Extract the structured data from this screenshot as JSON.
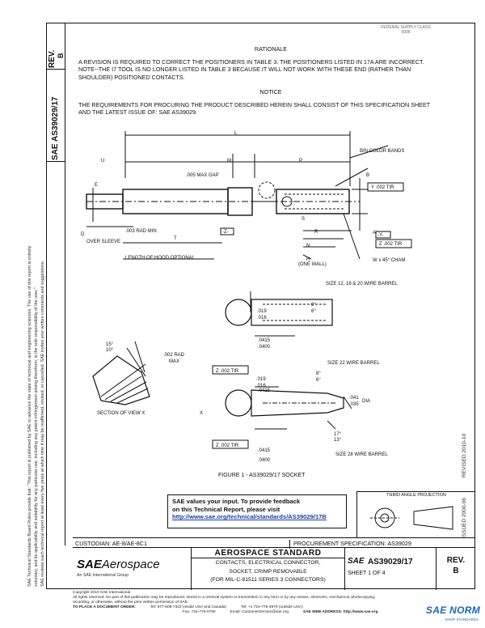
{
  "margin": {
    "line1": "SAE Technical Standards Board Rules provide that: \"This report is published by SAE to advance the state of technical and engineering sciences. The use of this report is entirely",
    "line2": "voluntary, and its applicability and suitability for any particular use, including any patent infringement arising therefrom, is the sole responsibility of the user.\"",
    "line3": "SAE reviews each technical report at least every five years at which time it may be reaffirmed, revised, or cancelled. SAE invites your written comments and suggestions."
  },
  "side_column": {
    "rev_label": "REV.",
    "rev_value": "B",
    "doc_id": "AS39029/17",
    "doc_id_prefix": "SAE",
    "issued_text": "ISSUED 2000-06",
    "revised_text": "REVISED 2010-10"
  },
  "stamp": {
    "line1": "FEDERAL SUPPLY CLASS",
    "line2": "5999"
  },
  "rationale": {
    "heading": "RATIONALE",
    "text": "A REVISION IS REQUIRED TO CORRECT THE POSITIONERS IN TABLE 3. THE POSITIONERS LISTED IN 17A ARE INCORRECT. NOTE--THE I7 TOOL IS NO LONGER LISTED IN TABLE 3 BECAUSE IT WILL NOT WORK WITH THESE END (RATHER THAN SHOULDER) POSITIONED CONTACTS."
  },
  "notice": {
    "heading": "NOTICE",
    "text": "THE REQUIREMENTS FOR PROCURING THE PRODUCT DESCRIBED HEREIN SHALL CONSIST OF THIS SPECIFICATION SHEET AND THE LATEST ISSUE OF: SAE AS39029."
  },
  "drawing": {
    "labels": {
      "L": "L",
      "U": "U",
      "M": "M",
      "P": "P",
      "E": "E",
      "B": "B",
      "R": "R",
      "N": "N",
      "A": "A",
      "S": "S",
      "T": "T",
      "D": "D",
      "bin_color_bands": "BIN COLOR BANDS",
      "max_gap": ".005 MAX GAP",
      "rad_min": ".003 RAD MIN",
      "over_sleeve": "OVER SLEEVE",
      "length_hood": "LENGTH OF HOOD OPTIONAL",
      "one_wall": "(ONE WALL)",
      "h": "H",
      "w_cham": "W x 45° CHAM",
      "y_tir": "Y .002 TIR",
      "z_tir": "Z .002 TIR",
      "datum_y": "-Y-",
      "datum_z": "-Z-",
      "size_12": "SIZE 12, 16 & 20 WIRE BARREL",
      "d019": ".019",
      "d016": ".016",
      "deg8": "8°",
      "deg6": "6°",
      "d0415": ".0415",
      "d0400": ".0400",
      "size_22": "SIZE 22 WIRE BARREL",
      "deg15": "15°",
      "deg10": "10°",
      "rad_max": ".002 RAD",
      "max": "MAX",
      "section_x": "SECTION OF VIEW X",
      "x": "X",
      "z_tir2": "Z .002 TIR",
      "d041": ".041",
      "d035": ".035",
      "dia": "DIA",
      "deg17": "17°",
      "deg13": "13°",
      "z_tir3": "Z .002 TIR",
      "size_28": "SIZE 28 WIRE BARREL"
    },
    "caption": "FIGURE 1 - AS39029/17 SOCKET"
  },
  "feedback": {
    "line1": "SAE values your input. To provide feedback",
    "line2": "on this Technical Report, please visit",
    "link": "http://www.sae.org/technical/standards/AS39029/17B"
  },
  "projection": {
    "label": "THIRD ANGLE PROJECTION"
  },
  "custodian": "CUSTODIAN: AE-8/AE-8C1",
  "procurement": "PROCUREMENT SPECIFICATION: AS39029",
  "title_block": {
    "logo_sae": "SAE",
    "logo_aero": "Aerospace",
    "logo_sub": "An SAE International Group",
    "standard": "AEROSPACE STANDARD",
    "line1": "CONTACTS, ELECTRICAL CONNECTOR,",
    "line2": "SOCKET, CRIMP REMOVABLE",
    "line3": "(FOR MIL-C-81511 SERIES 3 CONNECTORS)",
    "sae_mark": "SAE",
    "number": "AS39029/17",
    "sheet": "SHEET 1 OF 4",
    "rev_label": "REV.",
    "rev_value": "B"
  },
  "footer": {
    "copyright": "Copyright 2010 SAE International",
    "rights": "All rights reserved. No part of this publication may be reproduced, stored in a retrieval system or transmitted, in any form or by any means, electronic, mechanical, photocopying,",
    "rights2": "recording, or otherwise, without the prior written permission of SAE.",
    "order": "TO PLACE A DOCUMENT ORDER:",
    "tel1": "Tel: 877-606-7323 (inside USA and Canada)",
    "tel2": "Tel: +1 724-776-4970 (outside USA)",
    "fax": "Fax: 724-776-0790",
    "email": "Email: CustomerService@sae.org",
    "web": "SAE WEB ADDRESS: http://www.sae.org"
  },
  "watermark": {
    "title": "SAE NORM",
    "sub": "SHOP STANDARDS"
  }
}
